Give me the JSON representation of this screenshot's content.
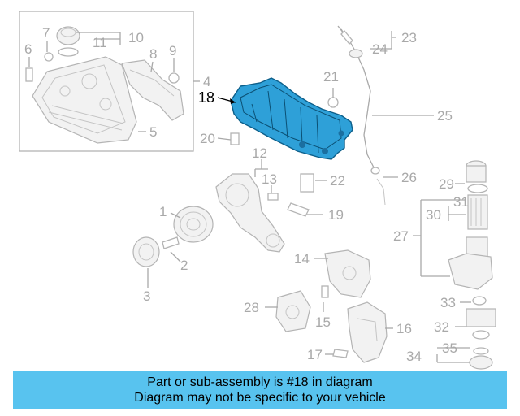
{
  "diagram": {
    "highlight_color": "#2ea0d8",
    "callouts": {
      "c1": "1",
      "c2": "2",
      "c3": "3",
      "c4": "4",
      "c5": "5",
      "c6": "6",
      "c7": "7",
      "c8": "8",
      "c9": "9",
      "c10": "10",
      "c11": "11",
      "c12": "12",
      "c13": "13",
      "c14": "14",
      "c15": "15",
      "c16": "16",
      "c17": "17",
      "c18": "18",
      "c19": "19",
      "c20": "20",
      "c21": "21",
      "c22": "22",
      "c23": "23",
      "c24": "24",
      "c25": "25",
      "c26": "26",
      "c27": "27",
      "c28": "28",
      "c29": "29",
      "c30": "30",
      "c31": "31",
      "c32": "32",
      "c33": "33",
      "c34": "34",
      "c35": "35"
    }
  },
  "banner": {
    "line1": "Part or sub-assembly is #18 in diagram",
    "line2": "Diagram may not be specific to your vehicle"
  }
}
